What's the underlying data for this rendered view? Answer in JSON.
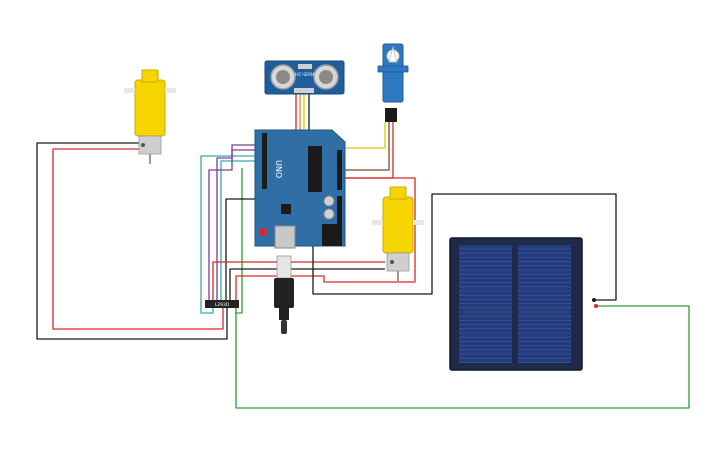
{
  "canvas": {
    "background": "#ffffff"
  },
  "components": {
    "arduino": {
      "name": "Arduino Uno R3",
      "board_label": "UNO",
      "color": "#2f6fa6"
    },
    "ultrasonic": {
      "name": "HC-SR04 ultrasonic sensor",
      "label": "HC-SR04",
      "color": "#1f5e9c"
    },
    "servo": {
      "name": "Micro servo",
      "color": "#2e78c2"
    },
    "motor_left": {
      "name": "DC gear motor",
      "color": "#f5d400"
    },
    "motor_right": {
      "name": "DC gear motor",
      "color": "#f5d400"
    },
    "motor_driver": {
      "name": "Motor driver module",
      "label": "L293D",
      "color": "#222222"
    },
    "solar_panel": {
      "name": "Solar panel",
      "color": "#1f2a4a"
    },
    "usb_plug": {
      "name": "USB cable plug"
    }
  },
  "wire_colors": {
    "black": "#1a1a1a",
    "red": "#d42a2a",
    "green": "#2f9a3a",
    "yellow": "#e6c200",
    "orange": "#e58a1f",
    "purple": "#7a3d9a",
    "teal": "#3aa6b0",
    "brown": "#7a4a25"
  }
}
